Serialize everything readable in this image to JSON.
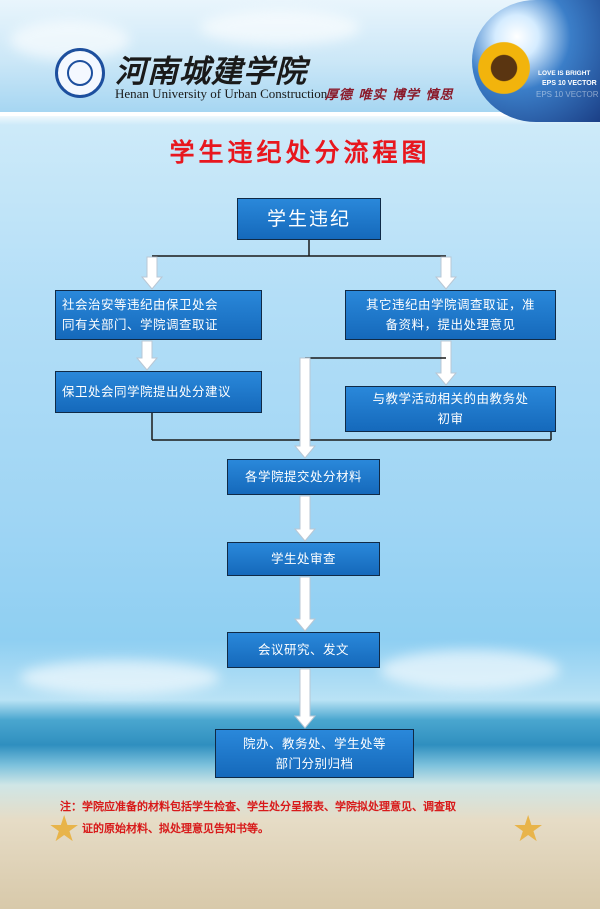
{
  "header": {
    "school_name_cn": "河南城建学院",
    "school_name_en": "Henan University of Urban Construction",
    "motto": "厚德 唯实 博学 慎思",
    "disc_line1": "LOVE IS BRIGHT",
    "disc_line2": "EPS 10 VECTOR",
    "disc_line3": "EPS 10 VECTOR"
  },
  "title": "学生违纪处分流程图",
  "flowchart": {
    "start": "学生违纪",
    "left_branch": {
      "step1": [
        "社会治安等违纪由保卫处会",
        "同有关部门、学院调查取证"
      ],
      "step2": "保卫处会同学院提出处分建议"
    },
    "right_branch": {
      "step1": [
        "其它违纪由学院调查取证，准",
        "备资料，提出处理意见"
      ],
      "step2": [
        "与教学活动相关的由教务处",
        "初审"
      ]
    },
    "step_materials": "各学院提交处分材料",
    "step_review": "学生处审查",
    "step_meeting": "会议研究、发文",
    "step_archive": [
      "院办、教务处、学生处等",
      "部门分别归档"
    ]
  },
  "note": [
    "注：学院应准备的材料包括学生检查、学生处分呈报表、学院拟处理意见、调查取",
    "证的原始材料、拟处理意见告知书等。"
  ],
  "colors": {
    "box": "#1a73c8",
    "title": "#e8171e",
    "note": "#d81a1a",
    "arrow_fill": "#ffffff",
    "line": "#1a1a1a"
  }
}
